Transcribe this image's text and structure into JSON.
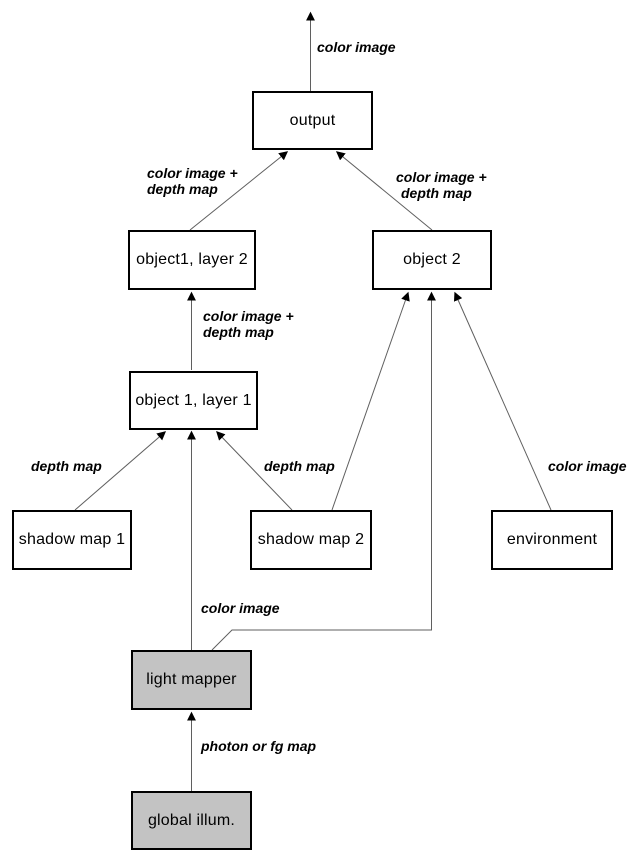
{
  "diagram": {
    "colors": {
      "background": "#ffffff",
      "node_fill": "#ffffff",
      "gray_node_fill": "#c3c3c3",
      "node_border": "#000000",
      "edge_line": "#5f5f5f",
      "arrowhead": "#000000"
    },
    "nodes": {
      "output": {
        "label": "output"
      },
      "object1_layer2": {
        "label": "object1, layer 2"
      },
      "object2": {
        "label": "object 2"
      },
      "object1_layer1": {
        "label": "object 1, layer 1"
      },
      "shadow_map_1": {
        "label": "shadow map 1"
      },
      "shadow_map_2": {
        "label": "shadow map 2"
      },
      "environment": {
        "label": "environment"
      },
      "light_mapper": {
        "label": "light mapper"
      },
      "global_illum": {
        "label": "global illum."
      }
    },
    "edge_labels": {
      "output_up": {
        "text": "color image"
      },
      "layer2_to_output": {
        "line1": "color image +",
        "line2": "depth map"
      },
      "object2_to_output": {
        "line1": "color image +",
        "line2": "depth map"
      },
      "layer1_to_layer2": {
        "line1": "color image +",
        "line2": "depth map"
      },
      "shadowmap1_to_layer1": {
        "text": "depth map"
      },
      "shadowmap2_to_layer1": {
        "text": "depth map"
      },
      "environment_to_object2": {
        "text": "color image"
      },
      "lightmapper_to_layer1": {
        "text": "color image"
      },
      "globalillum_to_lightmapper": {
        "text": "photon or fg map"
      }
    }
  }
}
